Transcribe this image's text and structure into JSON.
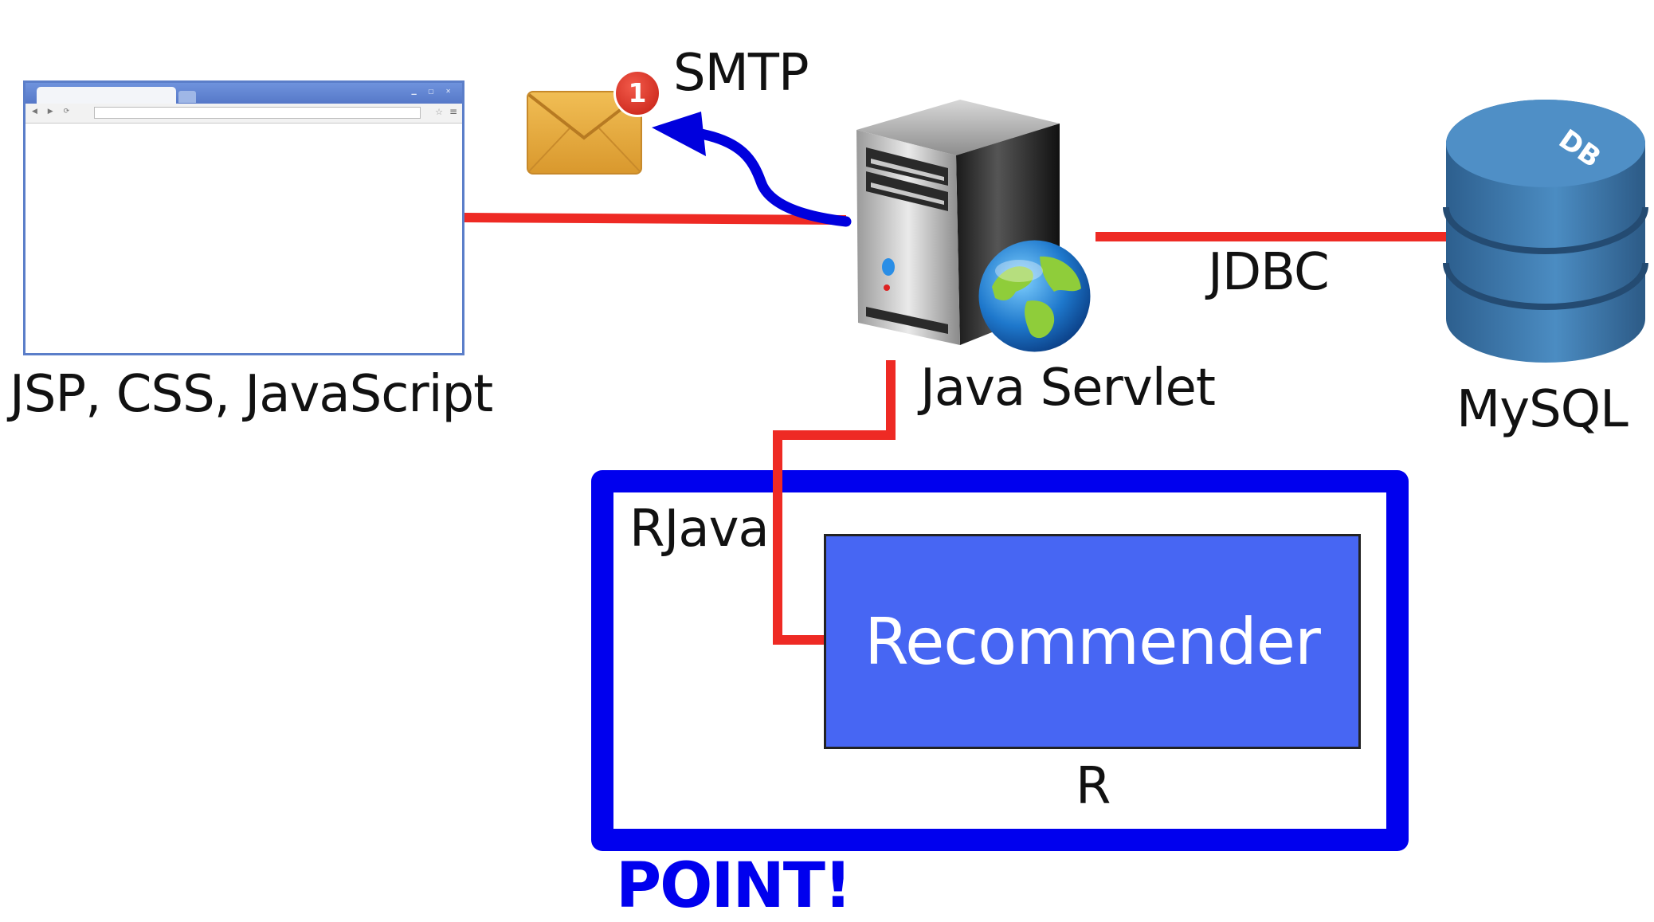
{
  "colors": {
    "connector": "#ee2a24",
    "smtp_arrow": "#0000dd",
    "point_frame": "#0000ee",
    "recommender_fill": "#4766f3",
    "db_body": "#3d7bb0",
    "envelope": "#e6a93c"
  },
  "icons": {
    "browser": "browser-window-icon",
    "mail": "envelope-icon",
    "server": "server-icon",
    "globe": "globe-icon",
    "database": "database-icon"
  },
  "labels": {
    "client": "JSP, CSS, JavaScript",
    "smtp": "SMTP",
    "server": "Java Servlet",
    "jdbc": "JDBC",
    "database": "MySQL",
    "rjava": "RJava",
    "recommender": "Recommender",
    "r": "R",
    "point": "POINT!",
    "mail_badge": "1",
    "db_icon_text": "DB"
  }
}
